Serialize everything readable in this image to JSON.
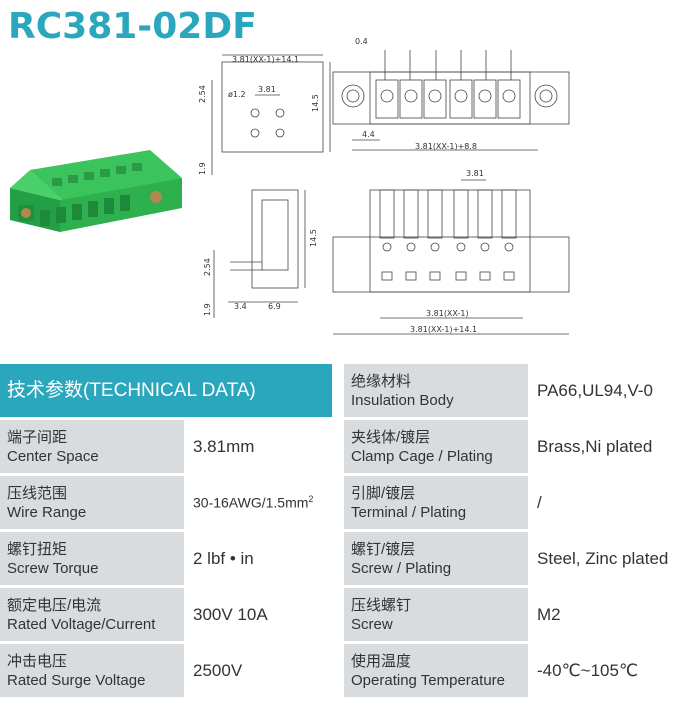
{
  "title": "RC381-02DF",
  "dims": {
    "top_width": "3.81(XX-1)+14.1",
    "pin_dia": "ø1.2",
    "pitch": "3.81",
    "v254": "2.54",
    "v19": "1.9",
    "h145": "14.5",
    "pin04": "0.4",
    "off44": "4.4",
    "bottom_top": "3.81(XX-1)+8.8",
    "side_h": "14.5",
    "side_254": "2.54",
    "side_19": "1.9",
    "side_34": "3.4",
    "side_69": "6.9",
    "front_pitch": "3.81",
    "front_b1": "3.81(XX-1)",
    "front_b2": "3.81(XX-1)+14.1"
  },
  "table": {
    "header": "技术参数(TECHNICAL DATA)",
    "rows_left": [
      {
        "cn": "端子间距",
        "en": "Center Space",
        "value": "3.81mm"
      },
      {
        "cn": "压线范围",
        "en": "Wire Range",
        "value": "30-16AWG/1.5mm",
        "sup": "2"
      },
      {
        "cn": "螺钉扭矩",
        "en": "Screw Torque",
        "value": "2 lbf • in"
      },
      {
        "cn": "额定电压/电流",
        "en": "Rated Voltage/Current",
        "value": "300V 10A"
      },
      {
        "cn": "冲击电压",
        "en": "Rated Surge Voltage",
        "value": "2500V"
      }
    ],
    "rows_right": [
      {
        "cn": "绝缘材料",
        "en": "Insulation Body",
        "value": "PA66,UL94,V-0"
      },
      {
        "cn": "夹线体/镀层",
        "en": "Clamp Cage / Plating",
        "value": "Brass,Ni plated"
      },
      {
        "cn": "引脚/镀层",
        "en": "Terminal / Plating",
        "value": "/"
      },
      {
        "cn": "螺钉/镀层",
        "en": "Screw / Plating",
        "value": "Steel, Zinc plated"
      },
      {
        "cn": "压线螺钉",
        "en": "Screw",
        "value": "M2"
      },
      {
        "cn": "使用温度",
        "en": "Operating Temperature",
        "value": "-40℃~105℃"
      }
    ]
  },
  "colors": {
    "accent": "#2aa7bd",
    "label_bg": "#d8dcdf",
    "product_green": "#2fb04f"
  }
}
